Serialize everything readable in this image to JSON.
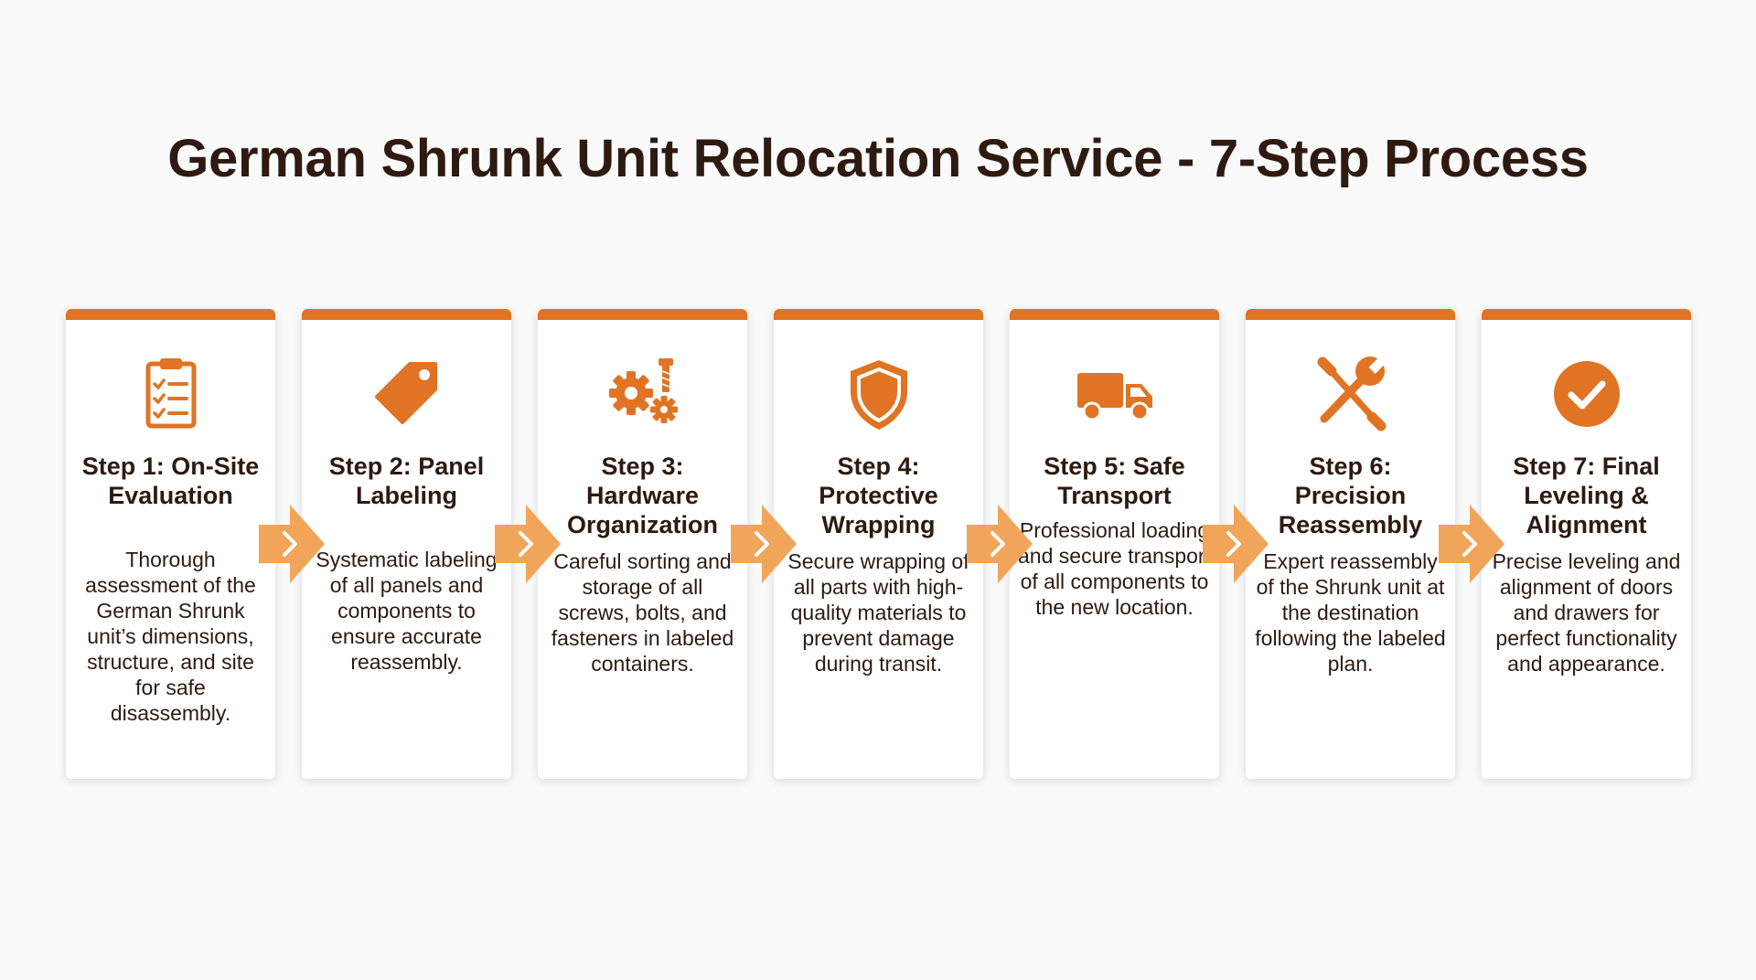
{
  "title": "German Shrunk Unit Relocation Service - 7-Step Process",
  "colors": {
    "accent": "#e07424",
    "arrow": "#f0a55a",
    "text": "#2e1a10"
  },
  "steps": [
    {
      "icon": "clipboard-checklist-icon",
      "title": "Step 1: On-Site Evaluation",
      "description": "Thorough assessment of the German Shrunk unit’s dimensions, structure, and site for safe disassembly."
    },
    {
      "icon": "tag-icon",
      "title": "Step 2: Panel Labeling",
      "description": "Systematic labeling of all panels and components to ensure accurate reassembly."
    },
    {
      "icon": "gears-bolt-icon",
      "title": "Step 3: Hardware Organization",
      "description": "Careful sorting and storage of all screws, bolts, and fasteners in labeled containers."
    },
    {
      "icon": "shield-icon",
      "title": "Step 4: Protective Wrapping",
      "description": "Secure wrapping of all parts with high-quality materials to prevent damage during transit."
    },
    {
      "icon": "truck-icon",
      "title": "Step 5: Safe Transport",
      "description": "Professional loading and secure transport of all components to the new location."
    },
    {
      "icon": "wrench-screwdriver-icon",
      "title": "Step 6: Precision Reassembly",
      "description": "Expert reassembly of the Shrunk unit at the destination following the labeled plan."
    },
    {
      "icon": "check-circle-icon",
      "title": "Step 7: Final Leveling & Alignment",
      "description": "Precise leveling and alignment of doors and drawers for perfect functionality and appearance."
    }
  ]
}
